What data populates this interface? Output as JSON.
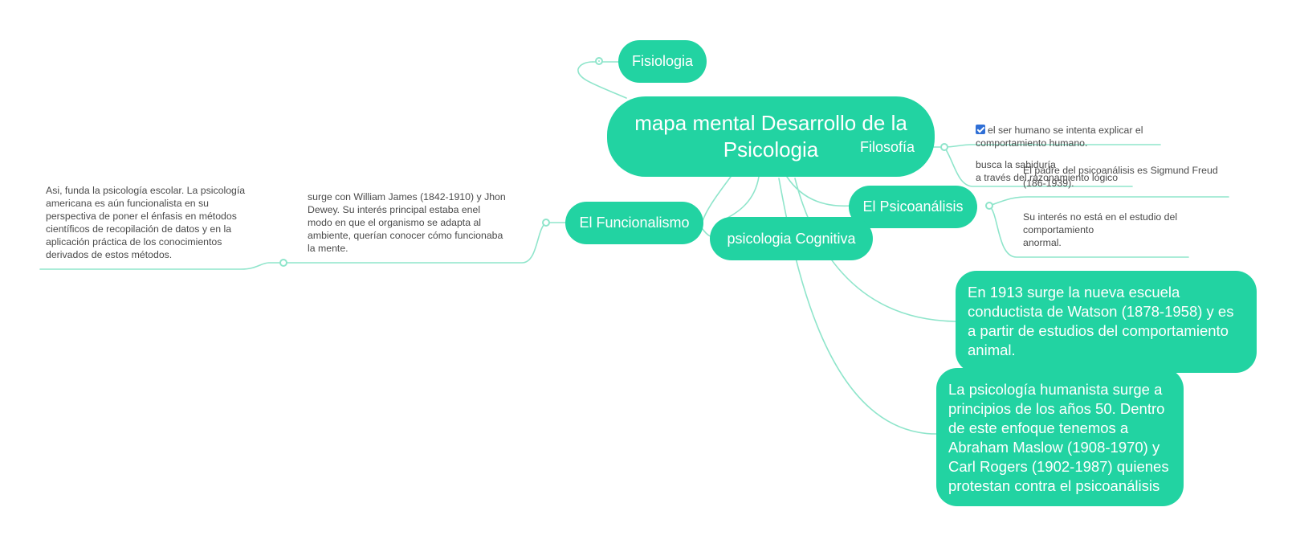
{
  "colors": {
    "node_fill": "#22D3A2",
    "link": "#8FE5CB",
    "node_text": "#FFFFFF",
    "note_text": "#4A4A4A",
    "checkbox": "#2F6FD6"
  },
  "root": {
    "title": "mapa mental Desarrollo de la Psicologia"
  },
  "topics": {
    "fisiologia": "Fisiologia",
    "filosofia": "Filosofía",
    "psicoanalisis": "El Psicoanálisis",
    "funcionalismo": "El Funcionalismo",
    "cognitiva": "psicologia Cognitiva",
    "conductista": "En 1913 surge la nueva escuela conductista de Watson (1878-1958) y es a partir de estudios del comportamiento animal.",
    "humanista": "La psicología humanista surge a principios de los años 50. Dentro de este enfoque tenemos a Abraham Maslow (1908-1970) y Carl Rogers (1902-1987) quienes protestan contra el psicoanálisis"
  },
  "notes": {
    "filosofia_1": "el ser humano se intenta explicar el\ncomportamiento humano.",
    "filosofia_1_checked": true,
    "filosofia_2": "busca la sabiduría\na través del razonamiento lógico",
    "psicoanalisis_1": "El padre del psicoanálisis es Sigmund Freud\n(186-1939).",
    "psicoanalisis_2": "Su interés no está en el estudio del\ncomportamiento\nanormal.",
    "funcionalismo_1": "surge con William James (1842-1910) y Jhon\nDewey. Su interés principal estaba enel\nmodo en que el organismo se adapta al\nambiente, querían conocer cómo funcionaba\nla mente.",
    "funcionalismo_2": "Asi, funda la psicología escolar. La psicología\namericana es aún funcionalista en su\nperspectiva de poner el énfasis en métodos\ncientíficos de recopilación de datos y en la\naplicación práctica de los conocimientos\nderivados de estos métodos."
  }
}
